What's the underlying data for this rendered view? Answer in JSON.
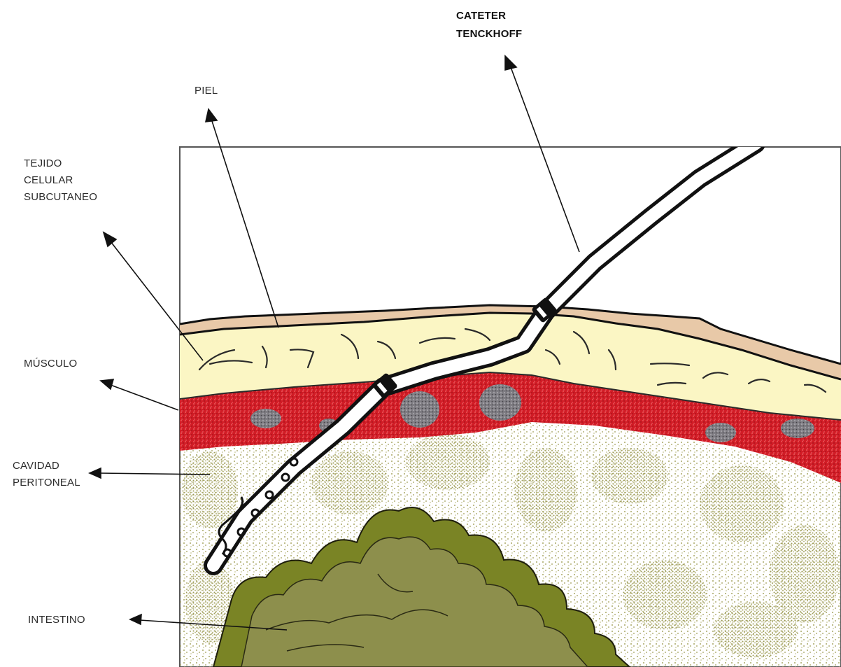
{
  "labels": {
    "catheter": [
      "CATETER",
      "TENCKHOFF"
    ],
    "skin": [
      "PIEL"
    ],
    "subcutaneous": [
      "TEJIDO",
      "CELULAR",
      "SUBCUTANEO"
    ],
    "muscle": [
      "MÚSCULO"
    ],
    "peritoneal": [
      "CAVIDAD",
      "PERITONEAL"
    ],
    "intestine": [
      "INTESTINO"
    ]
  },
  "colors": {
    "skin": "#e8c9a8",
    "subcutaneous": "#fbf6c4",
    "muscle": "#d91c28",
    "muscle_spots": "#8c8a8e",
    "peritoneal_dots": "#9c9a52",
    "intestine": "#7a8425",
    "intestine_inner": "#8d8f4c",
    "outline": "#111111"
  }
}
